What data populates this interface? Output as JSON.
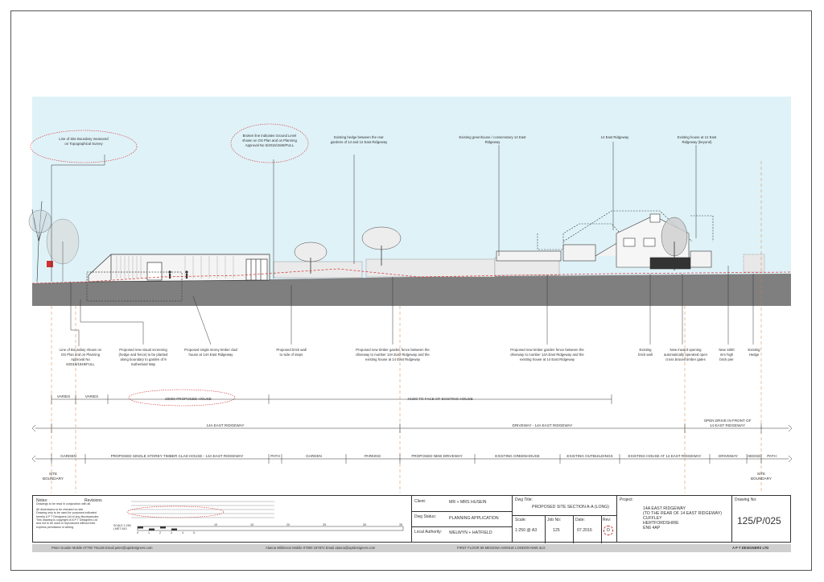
{
  "annotations_top": {
    "site_boundary": [
      "Line of Site Boundary measured",
      "on Topographical Survey"
    ],
    "broken_line": [
      "Broken line indicates Ground Level",
      "shown on OS Plan and on Planning",
      "Approval No 6/2016/1949/FULL"
    ],
    "hedge": [
      "Existing hedge between the rear",
      "gardens of 14 and 12 East Ridgeway"
    ],
    "greenhouse": [
      "Existing greenhouse / conservatory 14 East",
      "Ridgeway"
    ],
    "house14": [
      "14 East Ridgeway"
    ],
    "house12": [
      "Existing house at 12 East",
      "Ridgeway (beyond)"
    ]
  },
  "annotations_bottom": {
    "boundary_os": [
      "Line of Boundary shown on",
      "OS Plan and on Planning",
      "Approval No",
      "6/2016/1949/FULL"
    ],
    "screening": [
      "Proposed new visual screening",
      "(hedge and fence) to be planted",
      "along boundary to garden of 9",
      "Sutherland Way"
    ],
    "single_storey": [
      "Proposed single storey timber clad",
      "house at 14A East Ridgeway"
    ],
    "brick_wall": [
      "Proposed brick wall",
      "to side of steps"
    ],
    "fence1": [
      "Proposed new timber garden fence between the",
      "driveway to number 14A East Ridgeway and the",
      "existing house at 14 East Ridgeway"
    ],
    "fence2": [
      "Proposed new timber garden fence between the",
      "driveway to number 14A East Ridgeway and the",
      "existing house at 14 East Ridgeway"
    ],
    "existing_brick": [
      "Existing",
      "brick wall"
    ],
    "gates": [
      "New inward opening",
      "automatically operated open",
      "cross braced timber gates"
    ],
    "pier": [
      "New 1800",
      "mm high",
      "brick pier"
    ],
    "existing_hedge": [
      "Existing",
      "Hedge"
    ]
  },
  "dims": {
    "row1": [
      "VARIES",
      "VARIES",
      "20000 PROPOSED HOUSE",
      "44200 TO FACE OF EXISTING HOUSE"
    ],
    "row2": [
      "14A EAST RIDGEWAY",
      "DRIVEWAY - 14A EAST RIDGEWAY",
      "OPEN DRIVE IN FRONT OF",
      "14 EAST RIDGEWAY"
    ],
    "row3": [
      "GARDEN",
      "PROPOSED SINGLE STOREY TIMBER CLAD HOUSE - 14A EAST RIDGEWAY",
      "PATH",
      "GARDEN",
      "PARKING",
      "PROPOSED NEW DRIVEWAY",
      "EXISTING GREENHOUSE",
      "EXISTING OUTBUILDINGS",
      "EXISTING HOUSE AT 14 EAST RIDGEWAY",
      "DRIVEWAY",
      "HEDGE",
      "PATH"
    ],
    "site_boundary_left": [
      "SITE",
      "BOUNDARY"
    ],
    "site_boundary_right": [
      "SITE",
      "BOUNDARY"
    ]
  },
  "titleblock": {
    "notes_label": "Notes:",
    "notes": [
      "Drawings to be read in conjunction with all",
      "All dimensions to be checked on site.",
      "Drawing only to be used for purposes indicated",
      "hereby A P T Designers Ltd of any discrepancies.",
      "This drawing is copyright of A P T Designers Ltd",
      "and not to be used or reproduced without their",
      "express permission in writing."
    ],
    "revisions_label": "Revisions",
    "scale_label": "SCALE 1:250 | MET 810",
    "scale_ticks": [
      "0",
      "1",
      "2",
      "3",
      "4",
      "5",
      "10",
      "15",
      "20",
      "25",
      "30",
      "35"
    ],
    "client_label": "Client:",
    "client": "MR + MRS HUSEIN",
    "status_label": "Dwg Status:",
    "status": "PLANNING APPLICATION",
    "authority_label": "Local Authority:",
    "authority": "WELWYN + HATFIELD",
    "title_label": "Dwg Title:",
    "title": "PROPOSED SITE SECTION A-A (LONG)",
    "scale_cell_label": "Scale:",
    "scale": "1:250 @ A3",
    "job_label": "Job No:",
    "job": "125",
    "date_label": "Date:",
    "date": "07.2016",
    "rev_label": "Rev:",
    "rev": "D",
    "project_label": "Project:",
    "project": [
      "14A EAST RIDGEWAY",
      "(TO THE REAR OF 14 EAST RIDGEWAY)",
      "CUFFLEY",
      "HERTFORDSHIRE",
      "EN6 4AP"
    ],
    "drawing_label": "Drawing No:",
    "drawing_no": "125/P/025"
  },
  "footer": {
    "peter": "Peter Goulde   Mobile 07790 791136   Email peter@aptdesigners.com",
    "alanna": "Alanna Wilkinson   Mobile 07900 197872   Email alanna@aptdesigners.com",
    "address": "FIRST FLOOR   69 MESSINA AVENUE   LONDON   NW6 4LG",
    "company": "A P T DESIGNERS LTD"
  },
  "colors": {
    "sky": "#dff2f8",
    "ground": "#7f7f7f",
    "redline": "#d23030"
  }
}
